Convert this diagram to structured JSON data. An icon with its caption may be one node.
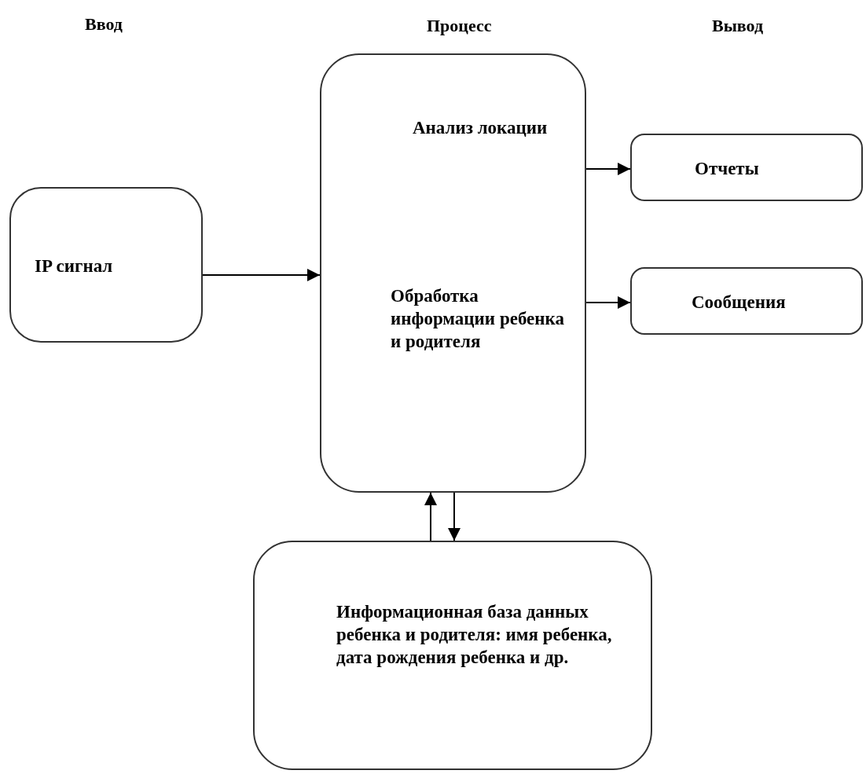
{
  "diagram": {
    "nodes": [
      {
        "text": [
          "IP сигнал"
        ]
      },
      {
        "text": [
          "Анализ локации",
          "Обработка информации ребенка и родителя"
        ]
      },
      {
        "text": [
          "Отчеты"
        ]
      },
      {
        "text": [
          "Сообщения"
        ]
      },
      {
        "text": [
          "Информационная база данных ребенка и родителя: имя ребенка, дата рождения ребенка и др."
        ]
      }
    ],
    "edges": [
      {
        "from": 0,
        "to": 1,
        "arrow": "to"
      },
      {
        "from": 1,
        "to": 2,
        "arrow": "to"
      },
      {
        "from": 1,
        "to": 3,
        "arrow": "to"
      },
      {
        "from": 4,
        "to": 1,
        "arrow": "to"
      },
      {
        "from": 1,
        "to": 4,
        "arrow": "to"
      }
    ],
    "labels": [
      "Ввод",
      "Процесс",
      "Вывод"
    ]
  }
}
